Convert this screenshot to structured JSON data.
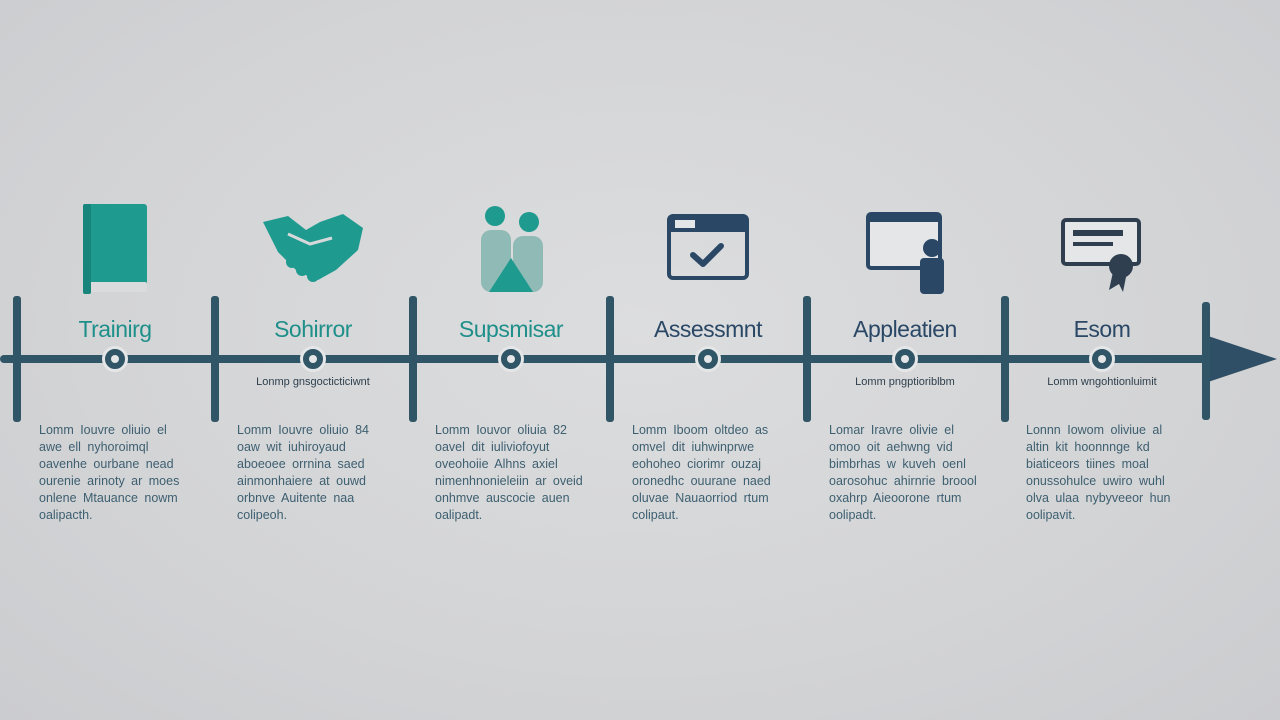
{
  "steps": [
    {
      "title": "Trainirg",
      "subtitle": "",
      "icon": "book-icon",
      "color": "#1f9a8f",
      "description": "Lomm Iouvre oliuio el\nawe ell nyhoroimql\noavenhe ourbane nead\nourenie arinoty ar moes\nonlene Mtauance nowm\noalipacth."
    },
    {
      "title": "Sohirror",
      "subtitle": "Lonmp gnsgocticticiwnt",
      "icon": "handshake-icon",
      "color": "#1f9a8f",
      "description": "Lomm Iouvre oliuio 84\noaw wit iuhiroyaud\naboeoee orrnina saed\nainmonhaiere at ouwd\norbnve Auitente naa\ncolipeoh."
    },
    {
      "title": "Supsmisar",
      "subtitle": "",
      "icon": "people-icon",
      "color": "#1f9a8f",
      "description": "Lomm Iouvor oliuia 82\noavel dit iuliviofoyut\noveohoiie Alhns axiel\nnimenhnonieleiin ar oveid\nonhmve auscocie auen\noalipadt."
    },
    {
      "title": "Assessmnt",
      "subtitle": "",
      "icon": "checklist-window-icon",
      "color": "#2a4866",
      "description": "Lomm Iboom oltdeo as\nomvel dit iuhwinprwe\neohoheo ciorimr ouzaj\noronedhc ouurane naed\noluvae Nauaorriod rtum\ncolipaut."
    },
    {
      "title": "Appleatien",
      "subtitle": "Lomm pngptioriblbm",
      "icon": "user-screen-icon",
      "color": "#2a4866",
      "description": "Lomar Iravre olivie el\nomoo oit aehwng vid\nbimbrhas w kuveh oenl\noarosohuc ahirnrie broool\noxahrp Aieoorone rtum\noolipadt."
    },
    {
      "title": "Esom",
      "subtitle": "Lomm wngohtionluimit",
      "icon": "certificate-icon",
      "color": "#2a4866",
      "description": "Lonnn Iowom oliviue al\naltin kit hoonnnge kd\nbiaticeors tiines moal\nonussohulce uwiro wuhl\nolva ulaa nybyveeor hun\noolipavit."
    }
  ]
}
